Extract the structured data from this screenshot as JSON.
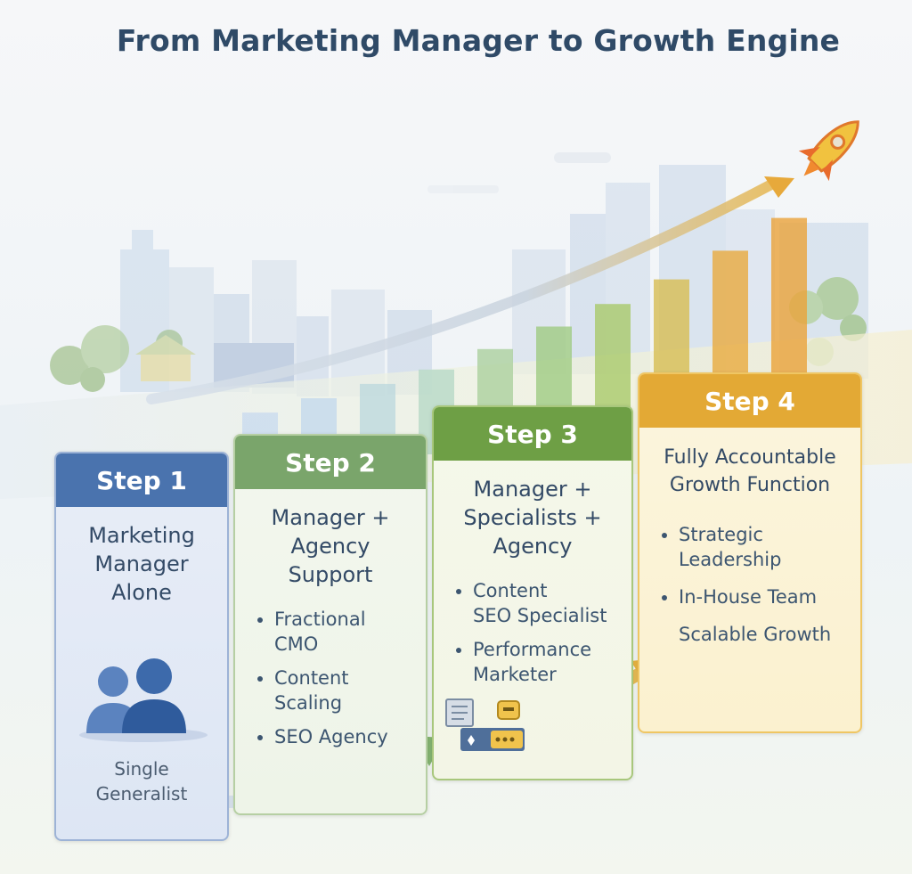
{
  "title": "From Marketing Manager to Growth Engine",
  "colors": {
    "step1": "#4a73ae",
    "step2": "#7aa56b",
    "step3": "#6e9f45",
    "step4": "#e3a935",
    "title": "#2f4a67"
  },
  "steps": [
    {
      "label": "Step 1",
      "heading": [
        "Marketing",
        "Manager",
        "Alone"
      ],
      "footer": [
        "Single",
        "Generalist"
      ],
      "icon": "people-icon"
    },
    {
      "label": "Step 2",
      "heading": [
        "Manager +",
        "Agency",
        "Support"
      ],
      "bullets": [
        [
          "Fractional",
          "CMO"
        ],
        [
          "Content",
          "Scaling"
        ],
        [
          "SEO Agency"
        ]
      ]
    },
    {
      "label": "Step 3",
      "heading": [
        "Manager +",
        "Specialists +",
        "Agency"
      ],
      "bullets": [
        [
          "Content",
          "SEO Specialist"
        ],
        [
          "Performance",
          "Marketer"
        ]
      ],
      "icon": "desk-tools-icon"
    },
    {
      "label": "Step 4",
      "heading": [
        "Fully Accountable",
        "Growth Function"
      ],
      "bullets": [
        [
          "Strategic",
          "Leadership"
        ],
        [
          "In-House Team"
        ]
      ],
      "extra": "Scalable Growth"
    }
  ],
  "growth_bars": {
    "values": [
      3,
      10,
      17,
      24,
      34,
      45,
      56,
      68,
      82,
      98
    ],
    "colors": [
      "#c9dbef",
      "#c3d8ec",
      "#bdd8dd",
      "#b7d8c7",
      "#abcf9d",
      "#9fcb82",
      "#a9c96a",
      "#d7bd53",
      "#e9aa3f",
      "#eaa23a"
    ]
  }
}
